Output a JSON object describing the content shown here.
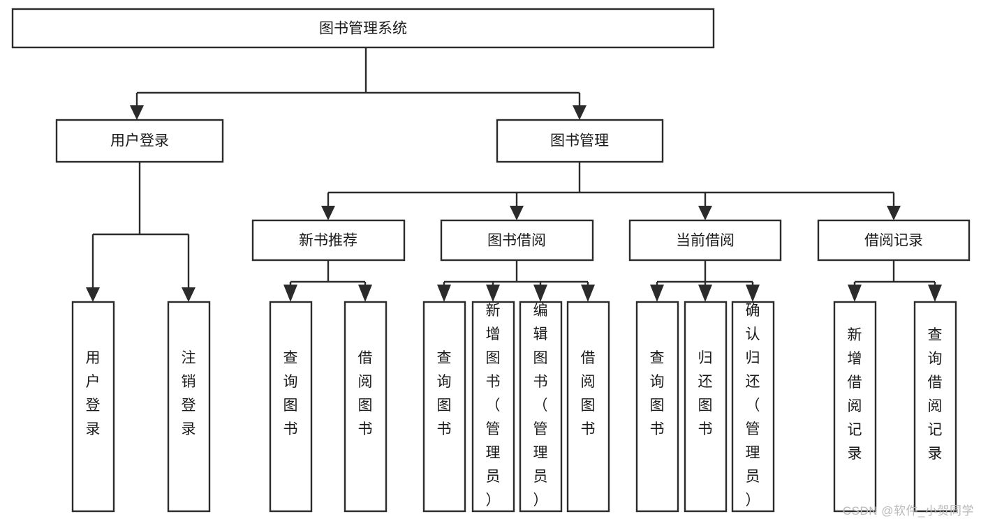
{
  "diagram": {
    "type": "hierarchy-tree",
    "title": "图书管理系统",
    "watermark": "CSDN @软件_小贺同学",
    "colors": {
      "stroke": "#2b2b2b",
      "fill": "#ffffff",
      "text": "#1a1a1a",
      "watermark": "#b9b9b9"
    },
    "nodes": {
      "root": {
        "label": "图书管理系统"
      },
      "level2": [
        {
          "label": "用户登录"
        },
        {
          "label": "图书管理"
        }
      ],
      "level3": [
        {
          "label": "新书推荐"
        },
        {
          "label": "图书借阅"
        },
        {
          "label": "当前借阅"
        },
        {
          "label": "借阅记录"
        }
      ],
      "leaves": {
        "user_login": [
          {
            "label": "用户登录"
          },
          {
            "label": "注销登录"
          }
        ],
        "new_book_recommend": [
          {
            "label": "查询图书"
          },
          {
            "label": "借阅图书"
          }
        ],
        "book_borrow": [
          {
            "label": "查询图书"
          },
          {
            "label": "新增图书（管理员）"
          },
          {
            "label": "编辑图书（管理员）"
          },
          {
            "label": "借阅图书"
          }
        ],
        "current_borrow": [
          {
            "label": "查询图书"
          },
          {
            "label": "归还图书"
          },
          {
            "label": "确认归还（管理员）"
          }
        ],
        "borrow_record": [
          {
            "label": "新增借阅记录"
          },
          {
            "label": "查询借阅记录"
          }
        ]
      }
    },
    "edges": [
      {
        "from": "图书管理系统",
        "to": "用户登录"
      },
      {
        "from": "图书管理系统",
        "to": "图书管理"
      },
      {
        "from": "用户登录",
        "to": "用户登录"
      },
      {
        "from": "用户登录",
        "to": "注销登录"
      },
      {
        "from": "图书管理",
        "to": "新书推荐"
      },
      {
        "from": "图书管理",
        "to": "图书借阅"
      },
      {
        "from": "图书管理",
        "to": "当前借阅"
      },
      {
        "from": "图书管理",
        "to": "借阅记录"
      },
      {
        "from": "新书推荐",
        "to": "查询图书"
      },
      {
        "from": "新书推荐",
        "to": "借阅图书"
      },
      {
        "from": "图书借阅",
        "to": "查询图书"
      },
      {
        "from": "图书借阅",
        "to": "新增图书（管理员）"
      },
      {
        "from": "图书借阅",
        "to": "编辑图书（管理员）"
      },
      {
        "from": "图书借阅",
        "to": "借阅图书"
      },
      {
        "from": "当前借阅",
        "to": "查询图书"
      },
      {
        "from": "当前借阅",
        "to": "归还图书"
      },
      {
        "from": "当前借阅",
        "to": "确认归还（管理员）"
      },
      {
        "from": "借阅记录",
        "to": "新增借阅记录"
      },
      {
        "from": "借阅记录",
        "to": "查询借阅记录"
      }
    ]
  }
}
